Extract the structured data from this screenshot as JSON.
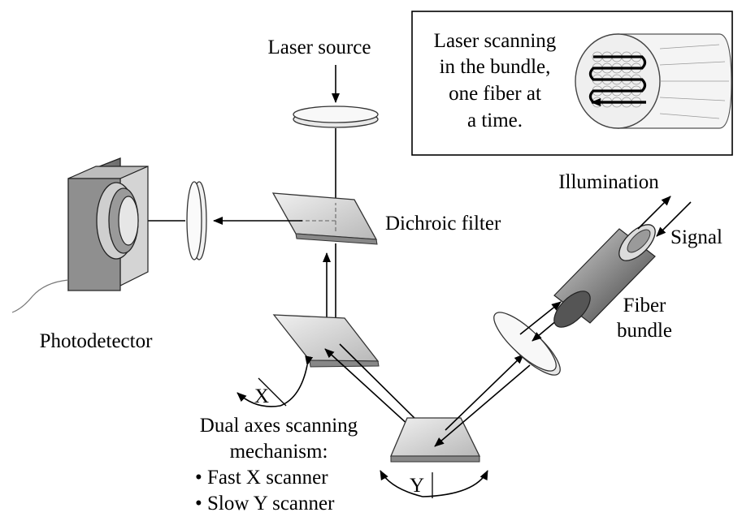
{
  "labels": {
    "laser_source": "Laser source",
    "dichroic_filter": "Dichroic filter",
    "photodetector": "Photodetector",
    "illumination": "Illumination",
    "signal": "Signal",
    "fiber_line1": "Fiber",
    "fiber_line2": "bundle",
    "x_axis": "X",
    "y_axis": "Y",
    "mechanism_line1": "Dual axes scanning",
    "mechanism_line2": "mechanism:",
    "fast_scanner": "• Fast X scanner",
    "slow_scanner": "• Slow Y scanner"
  },
  "inset": {
    "line1": "Laser scanning",
    "line2": "in the bundle,",
    "line3": "one fiber at",
    "line4": "a time."
  }
}
